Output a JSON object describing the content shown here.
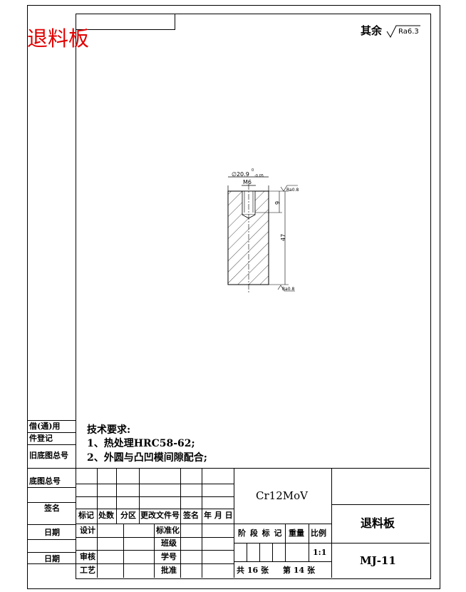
{
  "stamp_title": "退料板",
  "roughness_note": {
    "prefix": "其余",
    "value": "Ra6.3"
  },
  "drawing": {
    "dim_diameter": "∅20.9",
    "dim_diameter_tol_upper": "0",
    "dim_diameter_tol_lower": "-0.05",
    "dim_thread": "M6",
    "dim_depth": "9",
    "dim_height": "47",
    "roughness_top": "Ra0.8",
    "roughness_bottom": "Ra0.8"
  },
  "tech_requirements": {
    "heading": "技术要求:",
    "items": [
      "1、热处理HRC58-62;",
      "2、外圆与凸凹模间隙配合;"
    ]
  },
  "left_strip": {
    "row1": "借(通)用",
    "row2": "件登记",
    "row3": "旧底图总号",
    "row4": "底图总号",
    "row5": "签名",
    "row6": "日期",
    "row7": "日期"
  },
  "title_block": {
    "material": "Cr12MoV",
    "part_name": "退料板",
    "drawing_no": "MJ-11",
    "revision_headers": [
      "标记",
      "处数",
      "分区",
      "更改文件号",
      "签名",
      "年 月 日"
    ],
    "design": "设计",
    "standardize": "标准化",
    "check": "审核",
    "process": "工艺",
    "class_grade": "班级",
    "student_no": "学号",
    "approve": "批准",
    "stage_label": "阶 段 标 记",
    "weight_label": "重量",
    "scale_label": "比例",
    "scale_value": "1:1",
    "sheets_total": "共 16 张",
    "sheet_no": "第 14 张"
  }
}
